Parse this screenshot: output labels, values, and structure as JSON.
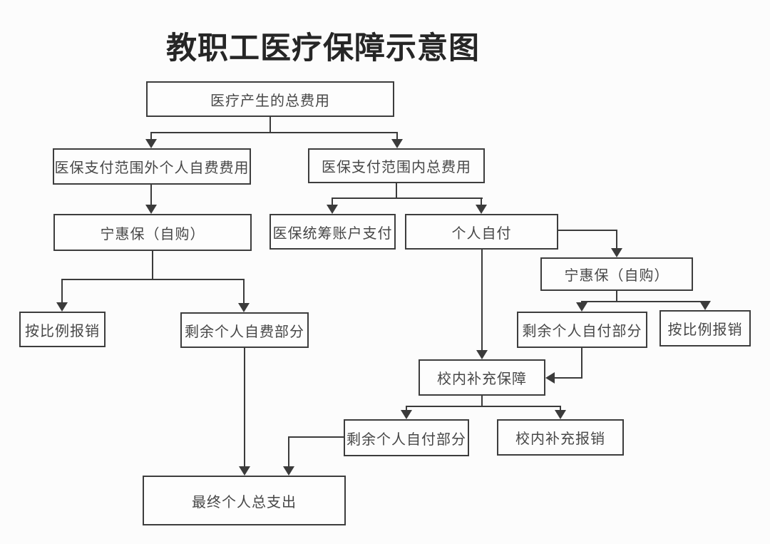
{
  "title": "教职工医疗保障示意图",
  "colors": {
    "background": "#fcfcfc",
    "node_fill": "#fdfdfd",
    "node_border": "#3d3d3d",
    "line": "#3b3b3b",
    "node_text": "#474747",
    "title_text": "#262626"
  },
  "nodes": {
    "total_cost": {
      "label": "医疗产生的总费用"
    },
    "outside_scope_self_fee": {
      "label": "医保支付范围外个人自费费用"
    },
    "inside_scope_total": {
      "label": "医保支付范围内总费用"
    },
    "ninghuibao_left": {
      "label": "宁惠保（自购）"
    },
    "pooled_account_pay": {
      "label": "医保统筹账户支付"
    },
    "personal_self_pay": {
      "label": "个人自付"
    },
    "ninghuibao_right": {
      "label": "宁惠保（自购）"
    },
    "proportional_reimburse_left": {
      "label": "按比例报销"
    },
    "remaining_self_fee": {
      "label": "剩余个人自费部分"
    },
    "remaining_self_pay_right": {
      "label": "剩余个人自付部分"
    },
    "proportional_reimburse_right": {
      "label": "按比例报销"
    },
    "campus_supplement": {
      "label": "校内补充保障"
    },
    "remaining_self_pay_bottom": {
      "label": "剩余个人自付部分"
    },
    "campus_reimburse": {
      "label": "校内补充报销"
    },
    "final_total": {
      "label": "最终个人总支出"
    }
  },
  "edges": [
    {
      "from": "total_cost",
      "to": "outside_scope_self_fee"
    },
    {
      "from": "total_cost",
      "to": "inside_scope_total"
    },
    {
      "from": "outside_scope_self_fee",
      "to": "ninghuibao_left"
    },
    {
      "from": "inside_scope_total",
      "to": "pooled_account_pay"
    },
    {
      "from": "inside_scope_total",
      "to": "personal_self_pay"
    },
    {
      "from": "ninghuibao_left",
      "to": "proportional_reimburse_left"
    },
    {
      "from": "ninghuibao_left",
      "to": "remaining_self_fee"
    },
    {
      "from": "personal_self_pay",
      "to": "ninghuibao_right"
    },
    {
      "from": "personal_self_pay",
      "to": "campus_supplement"
    },
    {
      "from": "ninghuibao_right",
      "to": "remaining_self_pay_right"
    },
    {
      "from": "ninghuibao_right",
      "to": "proportional_reimburse_right"
    },
    {
      "from": "remaining_self_pay_right",
      "to": "campus_supplement"
    },
    {
      "from": "campus_supplement",
      "to": "remaining_self_pay_bottom"
    },
    {
      "from": "campus_supplement",
      "to": "campus_reimburse"
    },
    {
      "from": "remaining_self_fee",
      "to": "final_total"
    },
    {
      "from": "remaining_self_pay_bottom",
      "to": "final_total"
    }
  ]
}
